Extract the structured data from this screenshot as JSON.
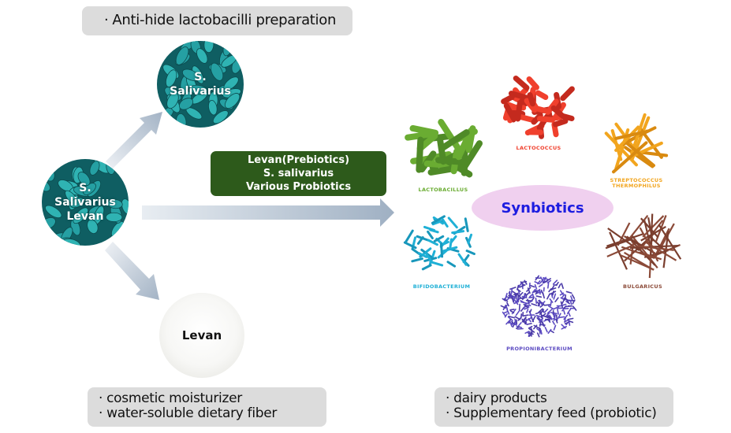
{
  "top_note": {
    "bullet": "·",
    "lines": [
      "Anti-hide lactobacilli preparation"
    ]
  },
  "source_node": {
    "lines": [
      "S.",
      "Salivarius",
      "Levan"
    ]
  },
  "top_node": {
    "lines": [
      "S.",
      "Salivarius"
    ]
  },
  "bottom_node": {
    "label": "Levan"
  },
  "center_box": {
    "lines": [
      "Levan(Prebiotics)",
      "S. salivarius",
      "Various Probiotics"
    ]
  },
  "bottom_left_note": {
    "bullet": "·",
    "lines": [
      "cosmetic moisturizer",
      "water-soluble dietary fiber"
    ]
  },
  "bottom_right_note": {
    "bullet": "·",
    "lines": [
      "dairy products",
      "Supplementary feed (probiotic)"
    ]
  },
  "synbiotics": {
    "label": "Synbiotics"
  },
  "bacteria": [
    {
      "name": "LACTOBACILLUS",
      "color": "#6aac32",
      "dark": "#4f8a27"
    },
    {
      "name": "LACTOCOCCUS",
      "color": "#f0402d",
      "dark": "#c42a1e"
    },
    {
      "name": "STREPTOCOCCUS",
      "name2": "THERMOPHILUS",
      "color": "#f2a51e",
      "dark": "#d98a10"
    },
    {
      "name": "BIFIDOBACTERIUM",
      "color": "#1fb0d6",
      "dark": "#1897bb"
    },
    {
      "name": "BULGARICUS",
      "color": "#8b4a38",
      "dark": "#7a3e2e"
    },
    {
      "name": "PROPIONIBACTERIUM",
      "color": "#5c4bc2",
      "dark": "#4a3aa8"
    }
  ],
  "colors": {
    "note_bg": "#dcdcdc",
    "center_box_bg": "#2d5a1b",
    "synbiotics_bg": "#f0d0ef",
    "synbiotics_text": "#1d1de0",
    "arrow": "#a9b8c8",
    "teal": "#1e9a9c"
  }
}
